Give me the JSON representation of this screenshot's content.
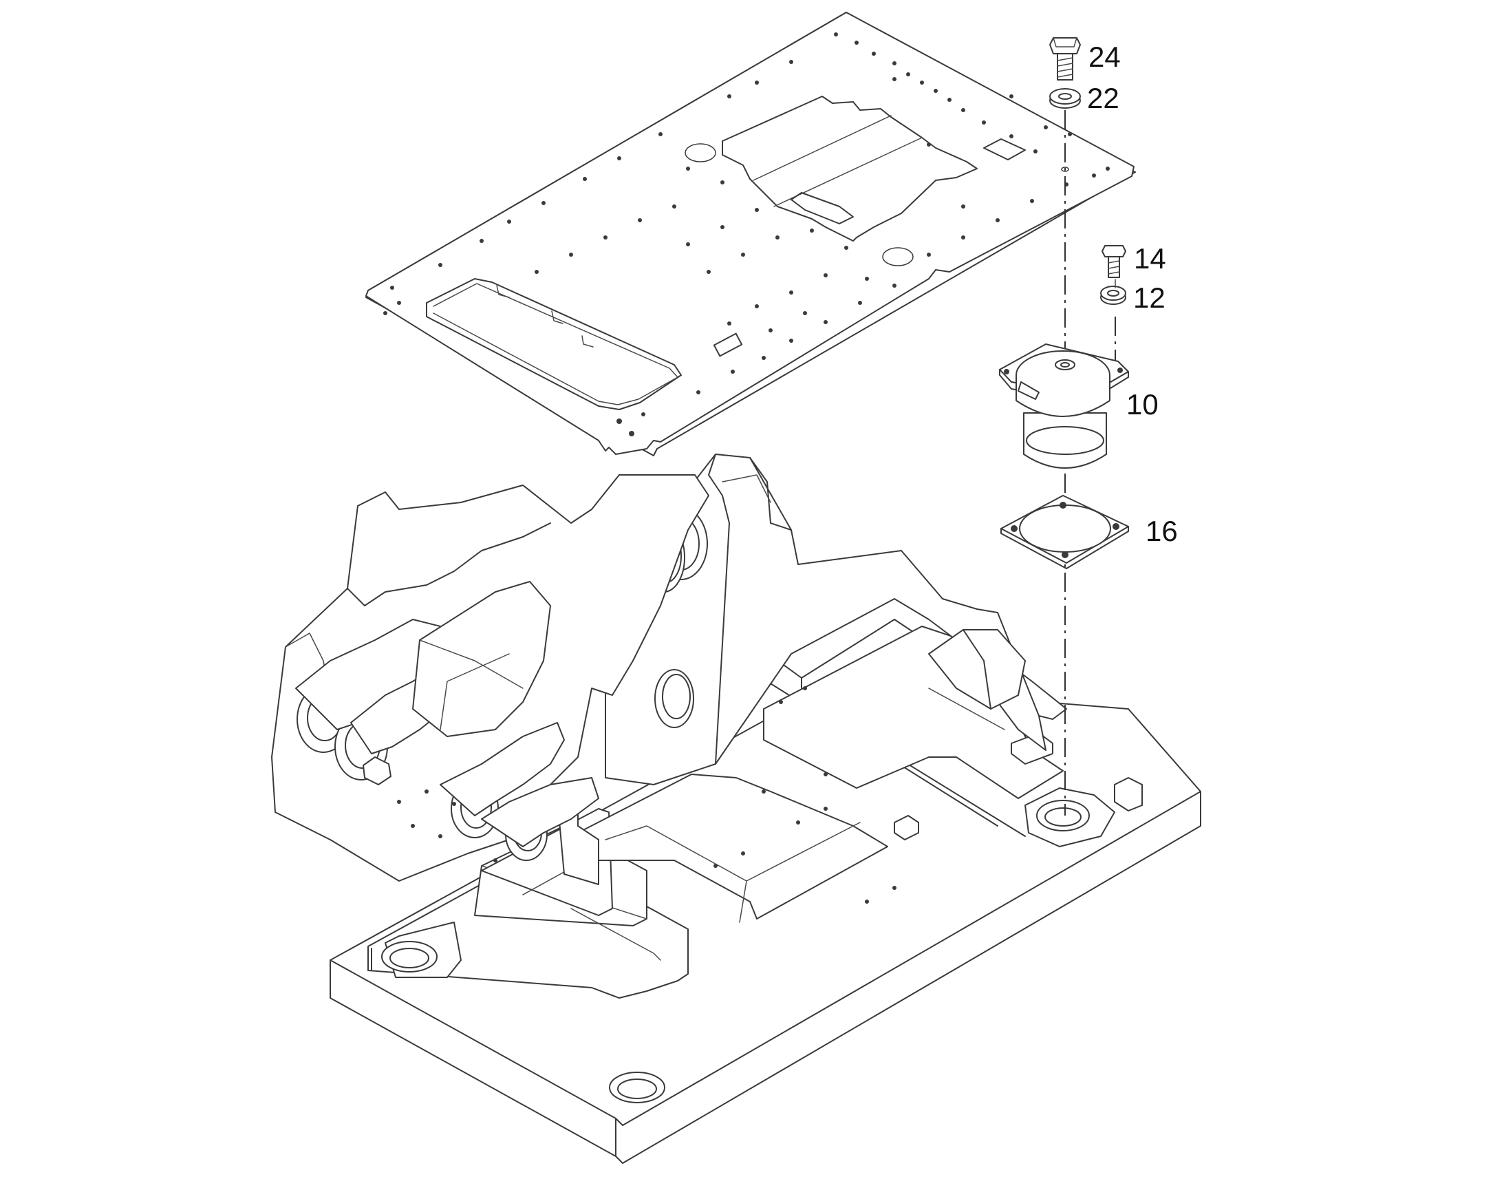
{
  "callouts": {
    "bolt_upper": "24",
    "washer_upper": "22",
    "bolt_lower": "14",
    "washer_lower": "12",
    "isolator_mount": "10",
    "gasket_plate": "16"
  },
  "colors": {
    "line": "#3a3a3a",
    "background": "#ffffff",
    "text": "#111111"
  }
}
